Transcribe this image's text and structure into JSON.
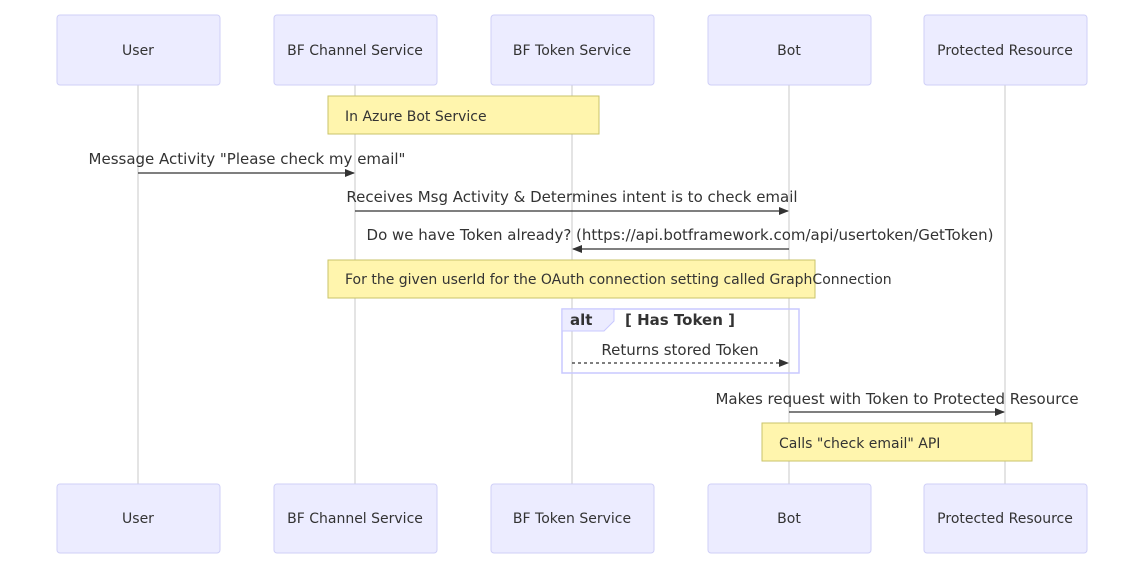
{
  "actors": [
    {
      "key": "user",
      "label": "User"
    },
    {
      "key": "channel",
      "label": "BF Channel Service"
    },
    {
      "key": "token",
      "label": "BF Token Service"
    },
    {
      "key": "bot",
      "label": "Bot"
    },
    {
      "key": "resource",
      "label": "Protected Resource"
    }
  ],
  "notes": {
    "azure": "In Azure Bot Service",
    "userid": "For the given userId for the OAuth connection setting called GraphConnection",
    "calls": "Calls \"check email\" API"
  },
  "messages": {
    "m1": "Message Activity \"Please check my email\"",
    "m2": "Receives Msg Activity & Determines intent is to check email",
    "m3": "Do we have Token already? (https://api.botframework.com/api/usertoken/GetToken)",
    "m4": "Returns stored Token",
    "m5": "Makes request with Token to Protected Resource"
  },
  "alt": {
    "tag": "alt",
    "condition": "[ Has Token ]"
  },
  "colors": {
    "actor_fill": "#ececff",
    "note_fill": "#fff5ad",
    "line": "#333333"
  }
}
